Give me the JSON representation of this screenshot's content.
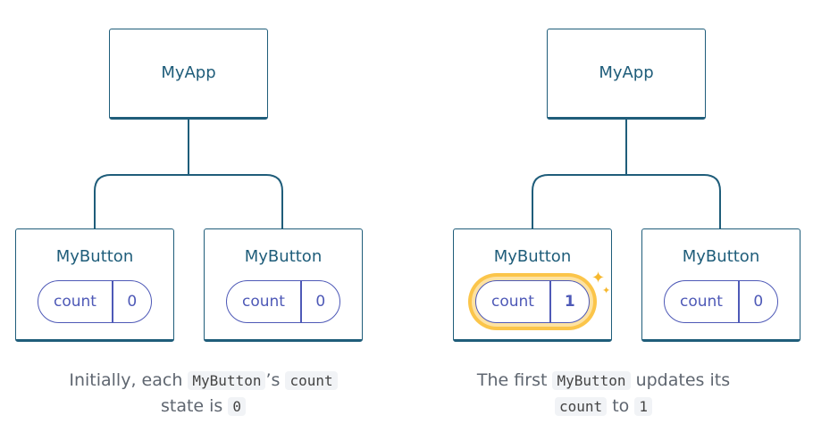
{
  "panels": [
    {
      "app_label": "MyApp",
      "buttons": [
        {
          "title": "MyButton",
          "count_label": "count",
          "count_value": "0",
          "highlight": false
        },
        {
          "title": "MyButton",
          "count_label": "count",
          "count_value": "0",
          "highlight": false
        }
      ],
      "caption": {
        "line1": [
          "Initially, each",
          "MyButton",
          "’s",
          "count"
        ],
        "line2": [
          "state is",
          "0"
        ]
      }
    },
    {
      "app_label": "MyApp",
      "buttons": [
        {
          "title": "MyButton",
          "count_label": "count",
          "count_value": "1",
          "highlight": true
        },
        {
          "title": "MyButton",
          "count_label": "count",
          "count_value": "0",
          "highlight": false
        }
      ],
      "caption": {
        "line1": [
          "The first",
          "MyButton",
          "updates its"
        ],
        "line2": [
          "count",
          "to",
          "1"
        ]
      }
    }
  ],
  "colors": {
    "node_border": "#1f5d7a",
    "pill_accent": "#4e59b7",
    "highlight_glow": "#fbc54a",
    "caption_text": "#5f6670"
  },
  "icons": [
    "sparkle-icon"
  ]
}
